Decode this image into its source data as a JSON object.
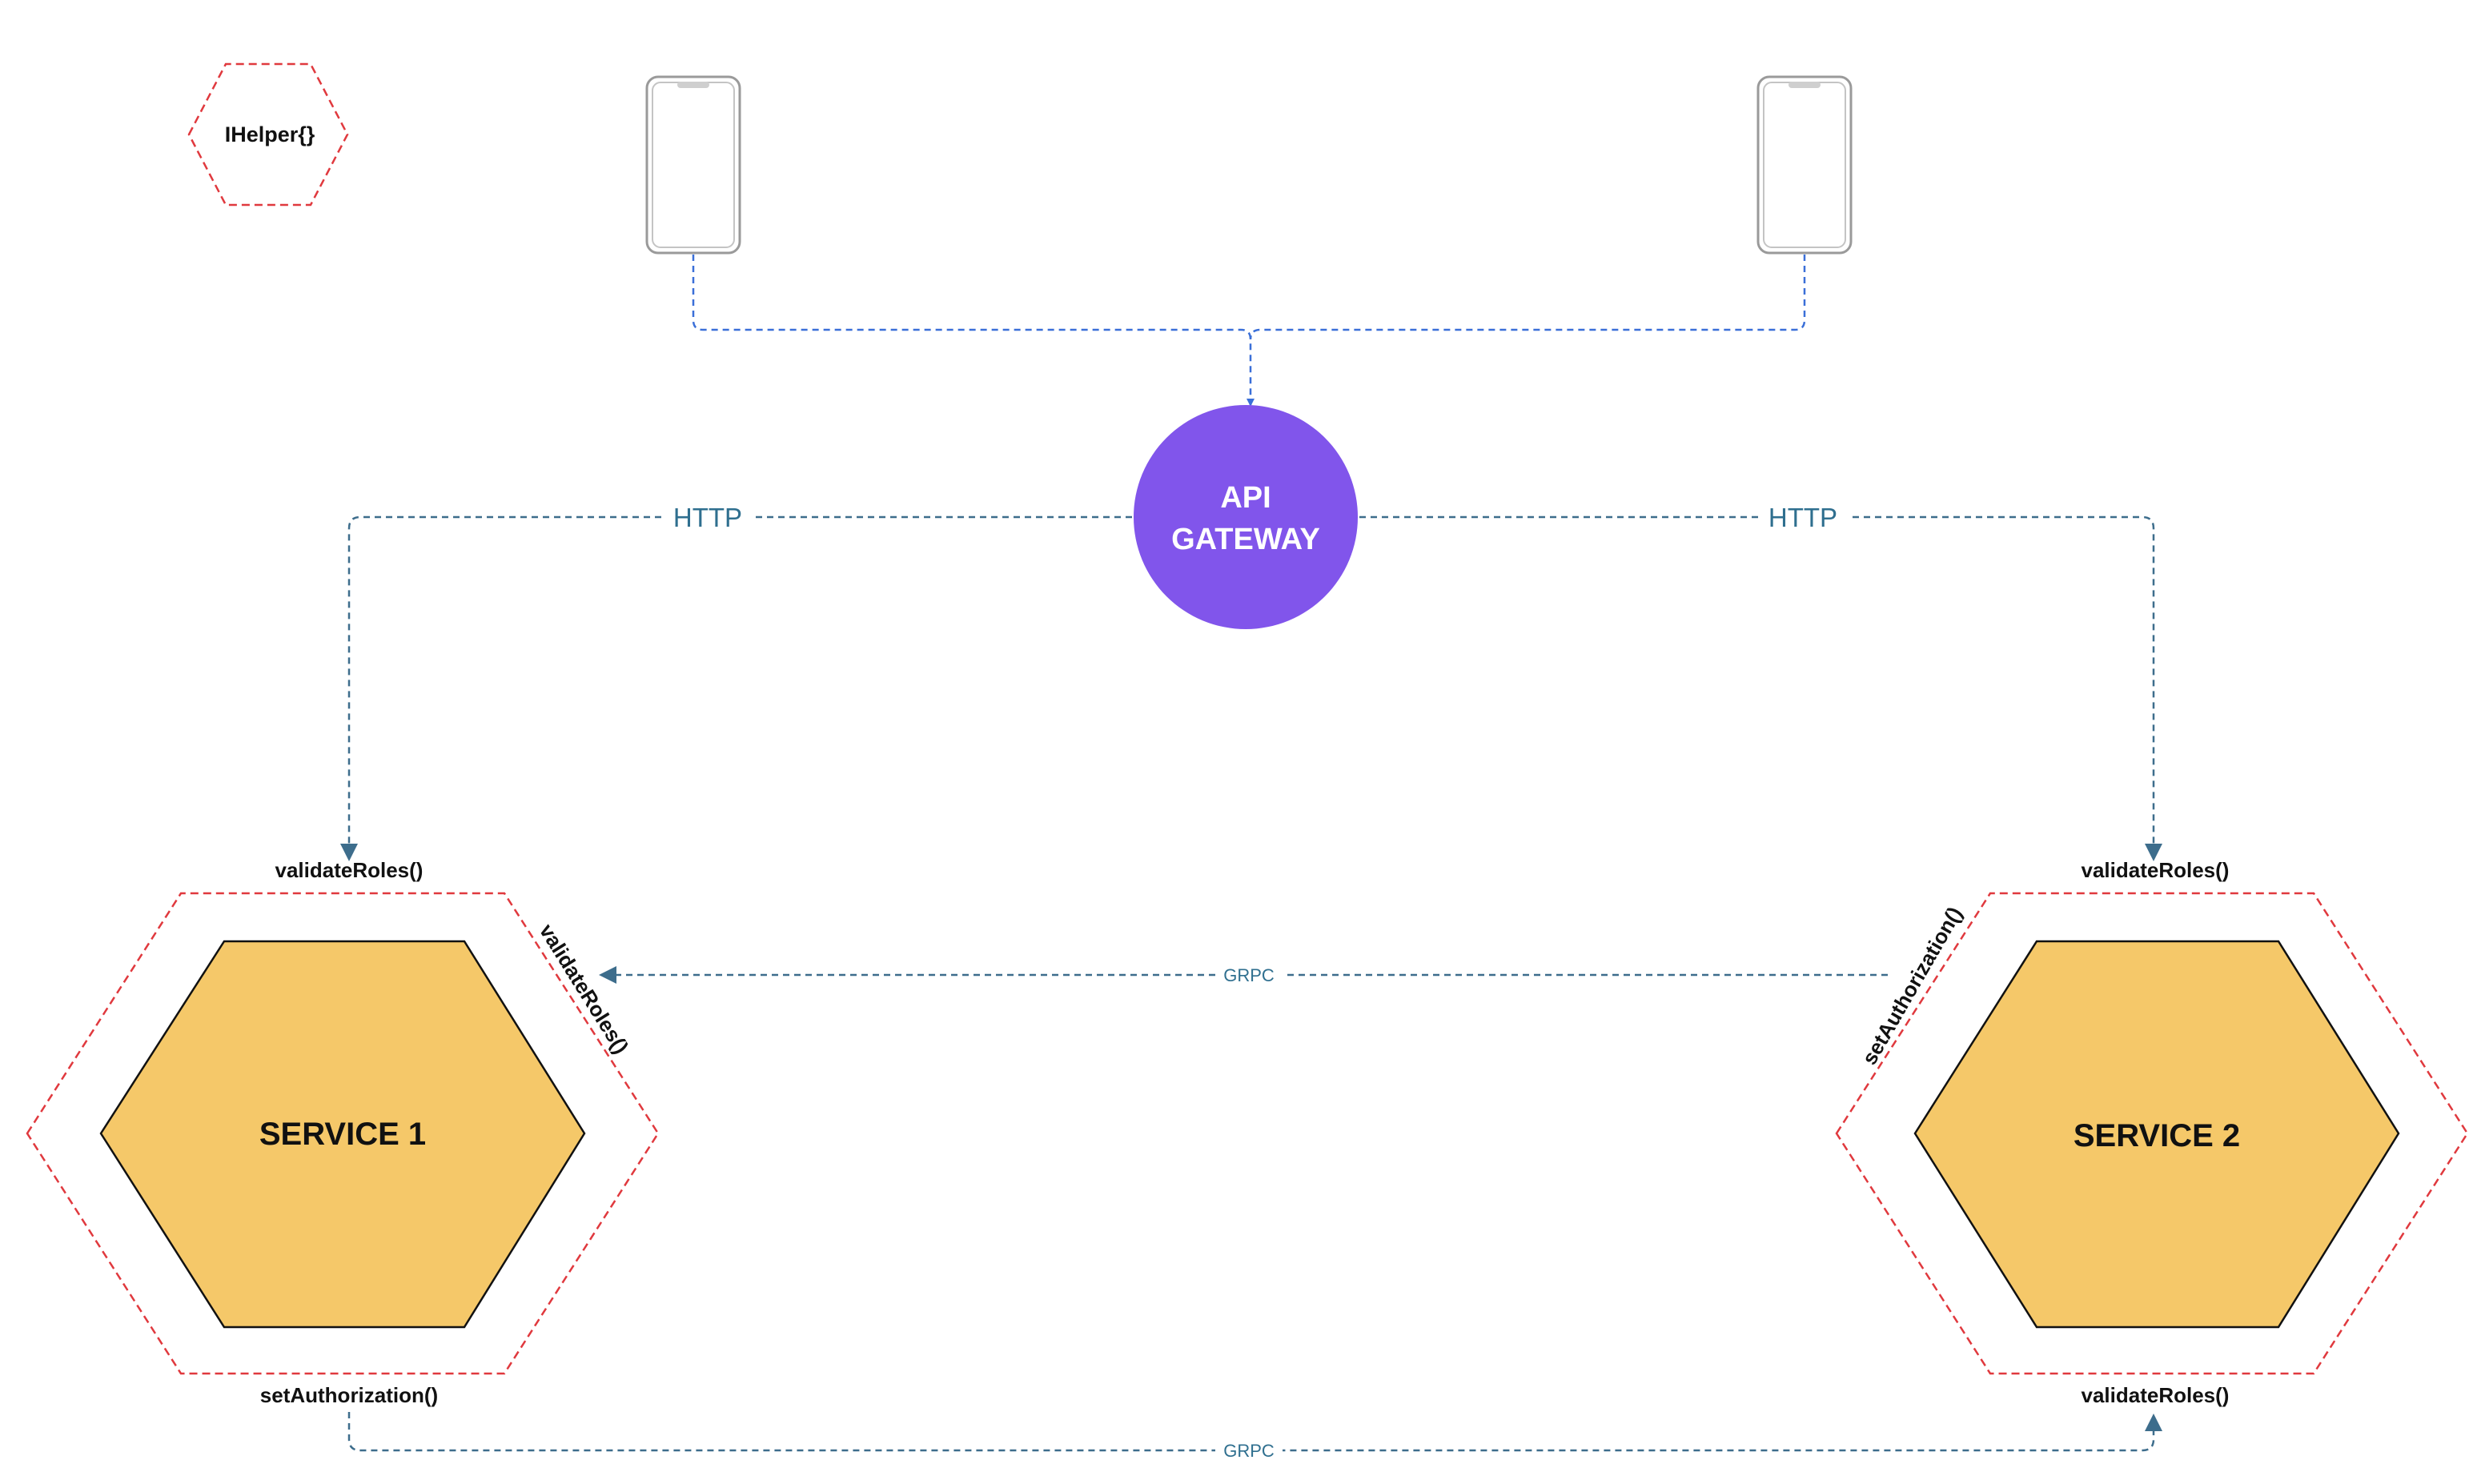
{
  "helper": {
    "label": "IHelper{}"
  },
  "devices": [
    {
      "name": "phone-left"
    },
    {
      "name": "phone-right"
    }
  ],
  "gateway": {
    "line1": "API",
    "line2": "GATEWAY"
  },
  "services": [
    {
      "label": "SERVICE 1",
      "top_label": "validateRoles()",
      "side_label": "validateRoles()",
      "bottom_label": "setAuthorization()"
    },
    {
      "label": "SERVICE 2",
      "top_label": "validateRoles()",
      "side_label": "setAuthorization()",
      "bottom_label": "validateRoles()"
    }
  ],
  "edges": {
    "http_left": "HTTP",
    "http_right": "HTTP",
    "grpc_middle": "GRPC",
    "grpc_bottom": "GRPC"
  },
  "colors": {
    "gateway": "#8155eb",
    "service_fill": "#f5c869",
    "boundary": "#e0393e",
    "client_edge": "#3a6fd8",
    "service_edge": "#3d6d8c"
  }
}
